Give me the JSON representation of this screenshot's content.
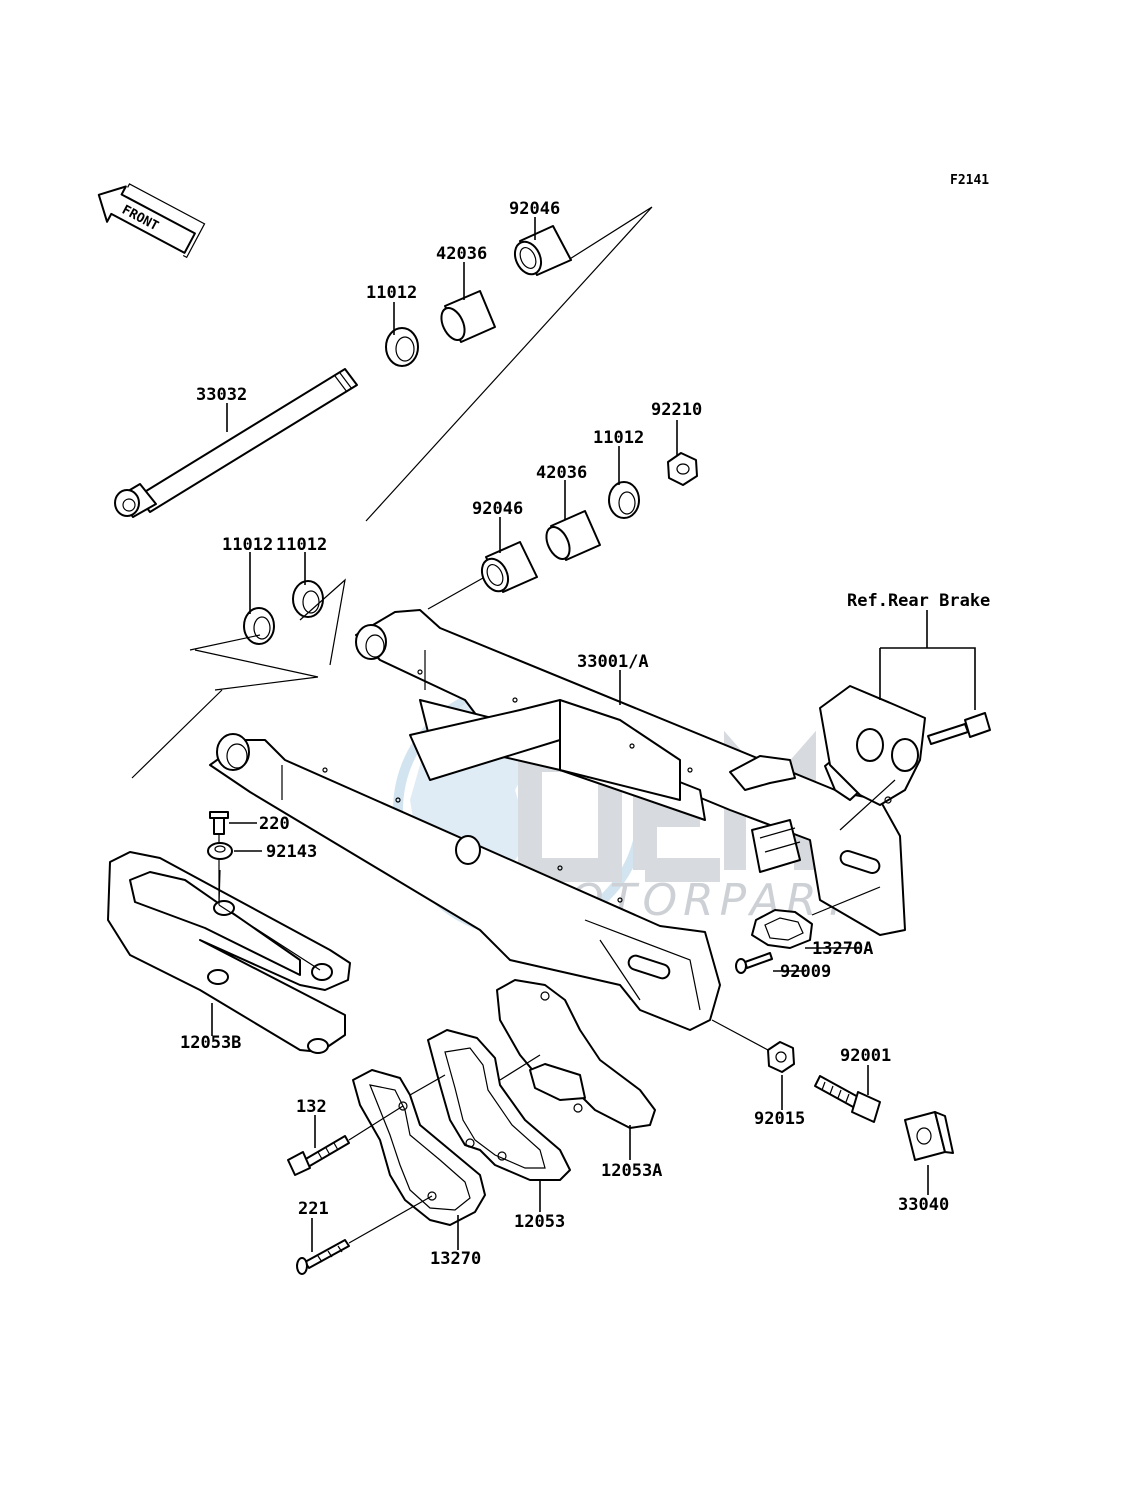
{
  "figure_code": "F2141",
  "front_arrow_text": "FRONT",
  "ref_note": "Ref.Rear Brake",
  "watermark": {
    "brand": "OEM",
    "sub": "MOTORPARTS",
    "color": "#c8d6e2"
  },
  "parts": {
    "p92046_top": "92046",
    "p42036_top": "42036",
    "p11012_top": "11012",
    "p33032": "33032",
    "p92210": "92210",
    "p11012_right": "11012",
    "p42036_mid": "42036",
    "p92046_mid": "92046",
    "p11012_mid": "11012",
    "p11012_left": "11012",
    "p33001": "33001/A",
    "p220": "220",
    "p92143": "92143",
    "p12053B": "12053B",
    "p13270A": "13270A",
    "p92009": "92009",
    "p92001": "92001",
    "p92015": "92015",
    "p33040": "33040",
    "p132": "132",
    "p12053A": "12053A",
    "p12053": "12053",
    "p221": "221",
    "p13270": "13270"
  }
}
